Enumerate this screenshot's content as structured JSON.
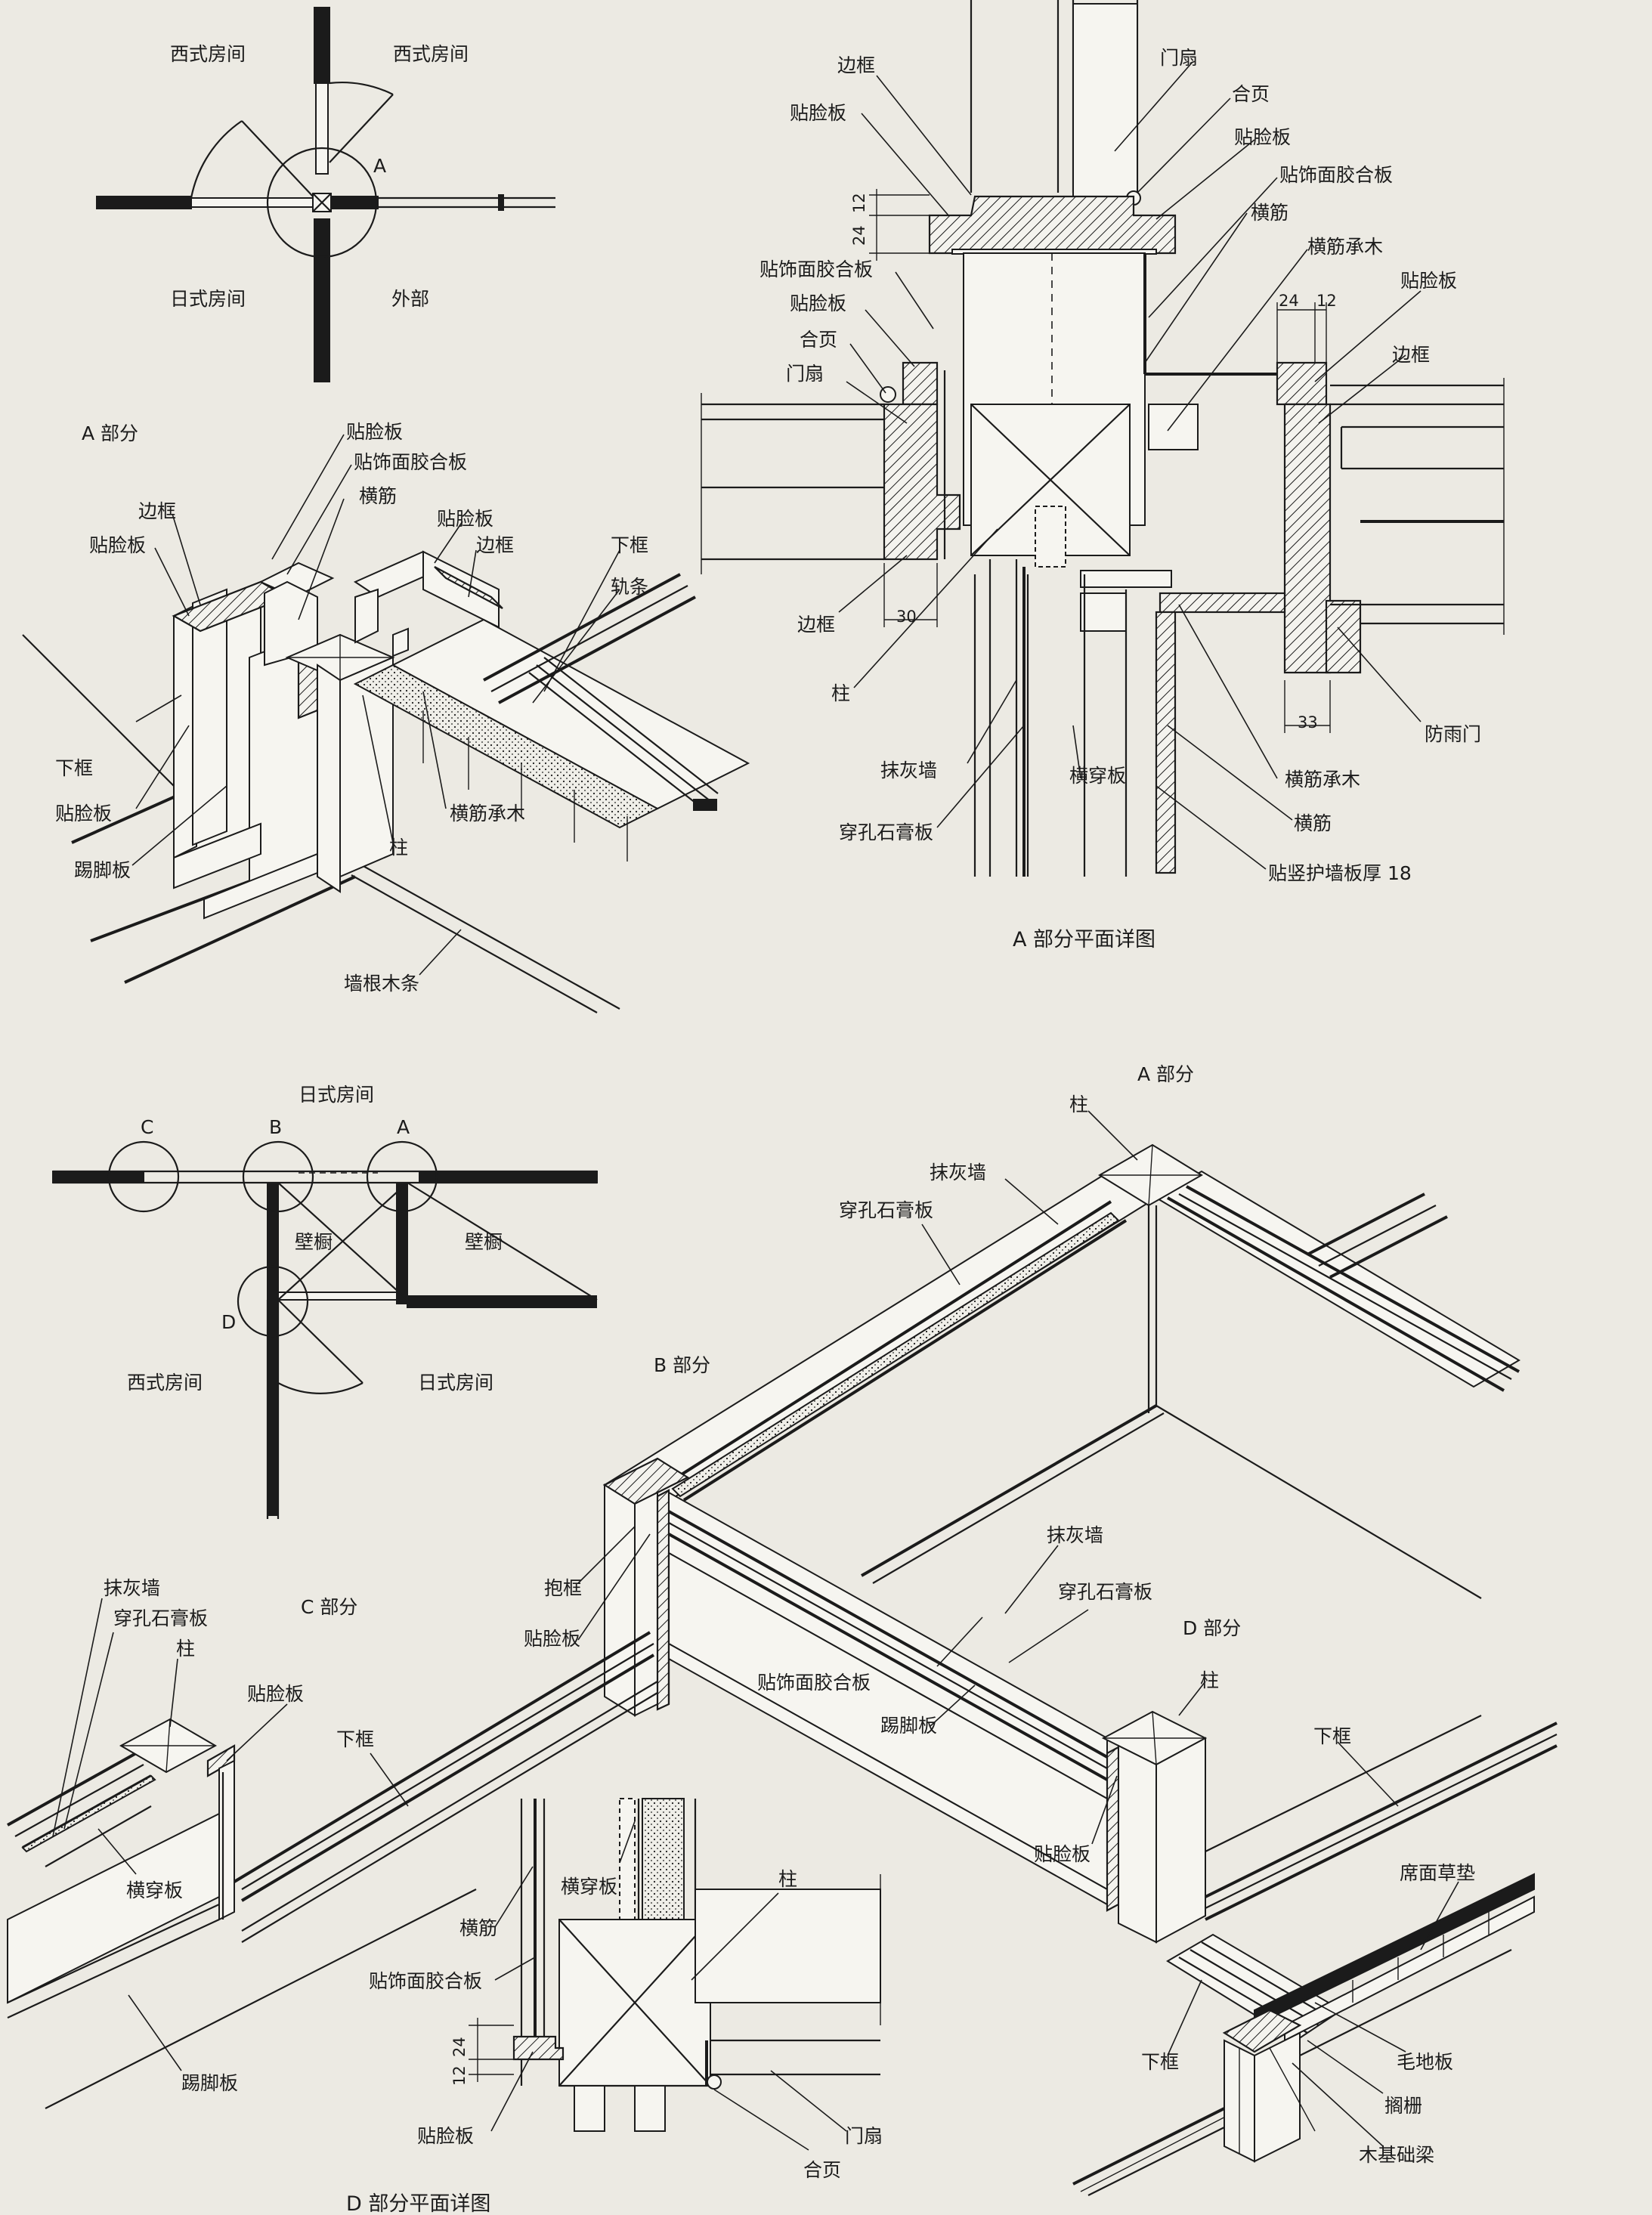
{
  "plan_top": {
    "rooms": [
      "西式房间",
      "西式房间",
      "日式房间",
      "外部"
    ],
    "marker": "A"
  },
  "a_iso": {
    "title": "A 部分",
    "labels": [
      "贴脸板",
      "贴饰面胶合板",
      "边框",
      "横筋",
      "贴脸板",
      "贴脸板",
      "边框",
      "下框",
      "轨条",
      "下框",
      "贴脸板",
      "踢脚板",
      "柱",
      "横筋承木",
      "墙根木条"
    ]
  },
  "a_detail": {
    "caption": "A 部分平面详图",
    "labels": [
      "边框",
      "门扇",
      "贴脸板",
      "合页",
      "贴脸板",
      "贴饰面胶合板",
      "横筋",
      "贴饰面胶合板",
      "横筋承木",
      "贴脸板",
      "贴脸板",
      "合页",
      "边框",
      "门扇",
      "边框",
      "柱",
      "抹灰墙",
      "横穿板",
      "穿孔石膏板",
      "防雨门",
      "横筋承木",
      "横筋",
      "贴竖护墙板厚 18"
    ],
    "dims": [
      "12",
      "24",
      "24",
      "12",
      "30",
      "33"
    ]
  },
  "plan_mid": {
    "markers": [
      "C",
      "B",
      "A",
      "D"
    ],
    "labels": [
      "日式房间",
      "壁橱",
      "壁橱",
      "西式房间",
      "日式房间"
    ]
  },
  "big_iso": {
    "labels": [
      "A 部分",
      "柱",
      "抹灰墙",
      "穿孔石膏板",
      "B 部分",
      "抱框",
      "贴脸板",
      "抹灰墙",
      "穿孔石膏板",
      "贴饰面胶合板",
      "踢脚板",
      "D 部分",
      "柱",
      "下框",
      "贴脸板",
      "席面草垫",
      "下框",
      "毛地板",
      "搁栅",
      "木基础梁"
    ]
  },
  "c_iso": {
    "labels": [
      "抹灰墙",
      "穿孔石膏板",
      "C 部分",
      "柱",
      "贴脸板",
      "下框",
      "横穿板",
      "踢脚板"
    ]
  },
  "d_detail": {
    "caption": "D 部分平面详图",
    "labels": [
      "横穿板",
      "柱",
      "横筋",
      "贴饰面胶合板",
      "贴脸板",
      "门扇",
      "合页"
    ],
    "dims": [
      "24",
      "12"
    ]
  }
}
